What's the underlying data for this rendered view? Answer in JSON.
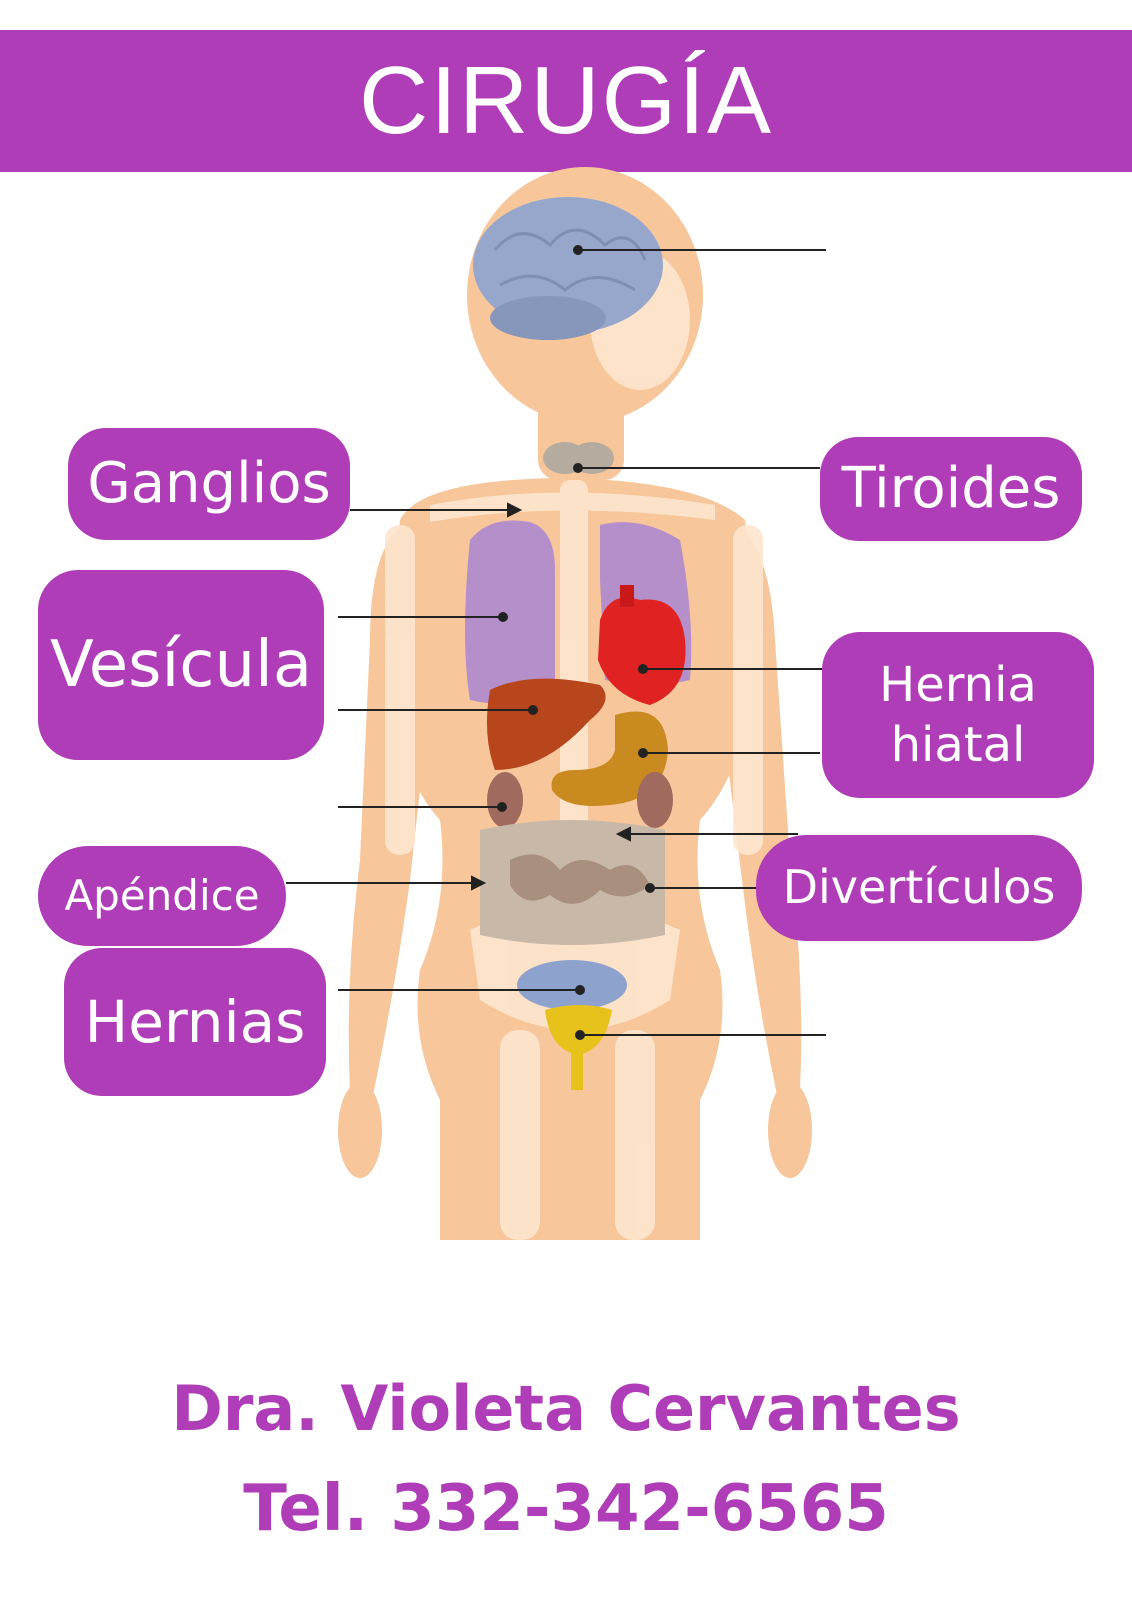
{
  "header": {
    "title": "CIRUGÍA"
  },
  "labels": {
    "ganglios": "Ganglios",
    "tiroides": "Tiroides",
    "vesicula": "Vesícula",
    "hernia_hiatal_line1": "Hernia",
    "hernia_hiatal_line2": "hiatal",
    "apendice": "Apéndice",
    "diverticulos": "Divertículos",
    "hernias": "Hernias"
  },
  "footer": {
    "doctor": "Dra. Violeta Cervantes",
    "phone": "Tel. 332-342-6565"
  },
  "colors": {
    "accent": "#b03db8",
    "skin": "#f7c69a",
    "bone": "#fde6cf",
    "brain": "#97a7cc",
    "lungs": "#b58fc9",
    "heart": "#e02222",
    "liver": "#b8461d",
    "stomach": "#c98b1f",
    "intestine": "#c8b8a8",
    "kidney": "#a06a5f",
    "bladder": "#e6c21a"
  }
}
